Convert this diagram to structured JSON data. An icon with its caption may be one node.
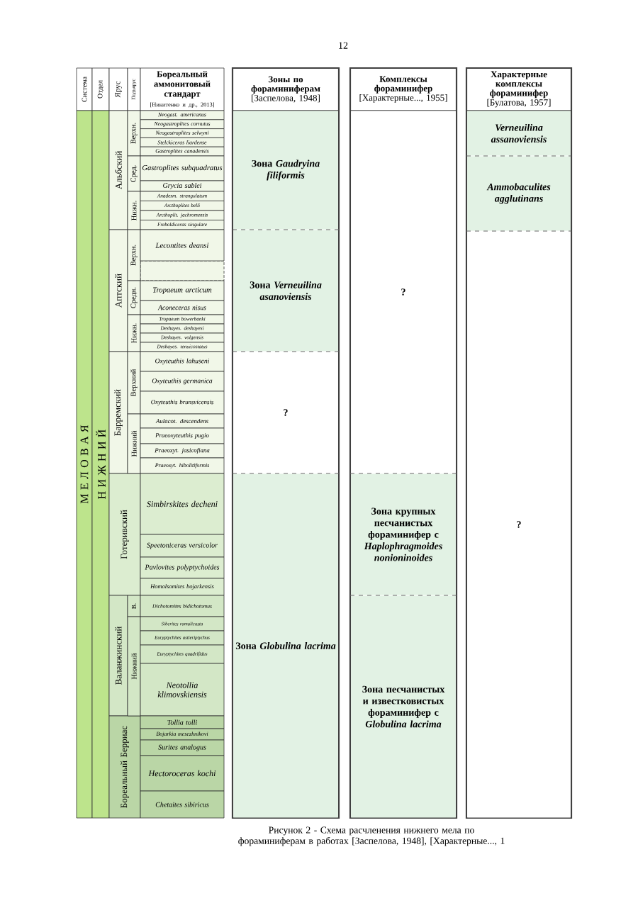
{
  "diagram": {
    "caption": "Рисунок 2 - Схема расчленения нижнего мела по фораминиферам в работах [Заспелова, 1948], [Характерные..., 1",
    "nodes": [
      {
        "text": [
          "Система"
        ]
      },
      {
        "text": [
          "Отдел"
        ]
      },
      {
        "text": [
          "Ярус"
        ]
      },
      {
        "text": [
          "Подъярус"
        ]
      },
      {
        "text": [
          "Бореальный аммонитовый стандарт",
          "[Никитенко и др., 2013]"
        ]
      },
      {
        "text": [
          "М Е Л О В А Я"
        ]
      },
      {
        "text": [
          "Н И Ж Н И Й"
        ]
      },
      {
        "text": [
          "Альбский"
        ]
      },
      {
        "text": [
          "Аптский"
        ]
      },
      {
        "text": [
          "Барремский"
        ]
      },
      {
        "text": [
          "Готеривский"
        ]
      },
      {
        "text": [
          "Валанжинский"
        ]
      },
      {
        "text": [
          "Бореальный Берриас"
        ]
      },
      {
        "text": [
          "Верхн."
        ]
      },
      {
        "text": [
          "Сред."
        ]
      },
      {
        "text": [
          "Нижн."
        ]
      },
      {
        "text": [
          "Верхн."
        ]
      },
      {
        "text": [
          "Средн."
        ]
      },
      {
        "text": [
          "Нижн."
        ]
      },
      {
        "text": [
          "Верхний"
        ]
      },
      {
        "text": [
          "Нижний"
        ]
      },
      {
        "text": [
          "В."
        ]
      },
      {
        "text": [
          "Нижний"
        ]
      },
      {
        "text": [
          "Neogast. americanus"
        ]
      },
      {
        "text": [
          "Neogastroplites cornutus"
        ]
      },
      {
        "text": [
          "Neogastroplites selwyni"
        ]
      },
      {
        "text": [
          "Stelckiceras liardense"
        ]
      },
      {
        "text": [
          "Gastroplites canadensis"
        ]
      },
      {
        "text": [
          "Gastroplites subquadratus"
        ]
      },
      {
        "text": [
          "Grycia sablei"
        ]
      },
      {
        "text": [
          "Anadesm. strangulatum"
        ]
      },
      {
        "text": [
          "Arcthoplites belli"
        ]
      },
      {
        "text": [
          "Arcthoplit. jachromensis"
        ]
      },
      {
        "text": [
          "Freboldiceras singulare"
        ]
      },
      {
        "text": [
          "Lecontites deansi"
        ]
      },
      {
        "text": [
          "Tropaeum arcticum"
        ]
      },
      {
        "text": [
          "Aconeceras nisus"
        ]
      },
      {
        "text": [
          "Tropaeum bowerbanki"
        ]
      },
      {
        "text": [
          "Deshayes. deshayesi"
        ]
      },
      {
        "text": [
          "Deshayes. volgensis"
        ]
      },
      {
        "text": [
          "Deshayes. tenuicostatus"
        ]
      },
      {
        "text": [
          "Oxyteuthis lahuseni"
        ]
      },
      {
        "text": [
          "Oxyteuthis germanica"
        ]
      },
      {
        "text": [
          "Oxyteuthis brunsvicensis"
        ]
      },
      {
        "text": [
          "Aulacot. descendens"
        ]
      },
      {
        "text": [
          "Praeoxyteuthis pugio"
        ]
      },
      {
        "text": [
          "Praeoxyt. jasicofiana"
        ]
      },
      {
        "text": [
          "Praeoxyt. hibolitiformis"
        ]
      },
      {
        "text": [
          "Simbirskites decheni"
        ]
      },
      {
        "text": [
          "Speetoniceras versicolor"
        ]
      },
      {
        "text": [
          "Pavlovites polyptychoides"
        ]
      },
      {
        "text": [
          "Homolsomites bojarkensis"
        ]
      },
      {
        "text": [
          "Dichotomites bidichotomus"
        ]
      },
      {
        "text": [
          "Siberites ramulicosta"
        ]
      },
      {
        "text": [
          "Euryptychites astieriptychus"
        ]
      },
      {
        "text": [
          "Euryptychites quadrifidus"
        ]
      },
      {
        "text": [
          "Neotollia klimovskiensis"
        ]
      },
      {
        "text": [
          "Tollia tolli"
        ]
      },
      {
        "text": [
          "Bojarkia mesezhnikovi"
        ]
      },
      {
        "text": [
          "Surites analogus"
        ]
      },
      {
        "text": [
          "Hectoroceras kochi"
        ]
      },
      {
        "text": [
          "Chetaites sibiricus"
        ]
      },
      {
        "text": [
          "Зоны по фораминиферам",
          "[Заспелова, 1948]"
        ]
      },
      {
        "text": [
          "Зона *Gaudryina filiformis*"
        ],
        "in": 62
      },
      {
        "text": [
          "Зона *Verneuilina asanoviensis*"
        ],
        "in": 62
      },
      {
        "text": [
          "?"
        ],
        "in": 62
      },
      {
        "text": [
          "Зона *Globulina lacrima*"
        ],
        "in": 62
      },
      {
        "text": [
          "Комплексы фораминифер",
          "[Характерные..., 1955]"
        ]
      },
      {
        "text": [
          "?"
        ],
        "in": 67
      },
      {
        "text": [
          "Зона крупных песчанистых фораминифер с *Haplophragmoides nonioninoides*"
        ],
        "in": 67
      },
      {
        "text": [
          "Зона песчанистых и известковистых фораминифер с *Globulina lacrima*"
        ],
        "in": 67
      },
      {
        "text": [
          "Характерные комплексы фораминифер",
          "[Булатова, 1957]"
        ]
      },
      {
        "text": [
          "Verneuilina assanoviensis"
        ],
        "in": 71
      },
      {
        "text": [
          "Ammobaculites agglutinans"
        ],
        "in": 71
      },
      {
        "text": [
          "?"
        ],
        "in": 71
      }
    ],
    "labels": [
      "12"
    ]
  }
}
